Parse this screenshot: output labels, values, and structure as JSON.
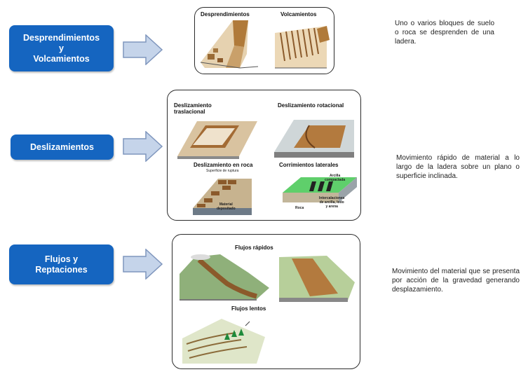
{
  "rows": [
    {
      "category": "Desprendimientos\ny\nVolcamientos",
      "description": "Uno o varios bloques de suelo o roca se desprenden de una ladera.",
      "panels": [
        "Desprendimientos",
        "Volcamientos"
      ]
    },
    {
      "category": "Deslizamientos",
      "description": "Movimiento rápido de material a lo largo de la ladera sobre un plano o superficie inclinada.",
      "panels": [
        "Deslizamiento\ntraslacional",
        "Deslizamiento rotacional",
        "Deslizamiento en roca",
        "Corrimientos laterales"
      ],
      "annotations": {
        "rupture_surface": "Superficie de ruptura",
        "deposited_material": "Material\ndepositado",
        "compacted_clay": "Arcilla\ncompactada",
        "interlayers": "Intercalaciones\nde arcilla, lodo\ny arena",
        "rock": "Roca"
      }
    },
    {
      "category": "Flujos y\nReptaciones",
      "description": "Movimiento del material que se presenta por acción de la gravedad generando desplazamiento.",
      "panels": [
        "Flujos rápidos",
        "Flujos lentos"
      ]
    }
  ],
  "colors": {
    "category_bg": "#1565c0",
    "arrow_fill": "#c5d4ea",
    "arrow_stroke": "#7f96bd",
    "panel_border": "#2b2b2b"
  }
}
